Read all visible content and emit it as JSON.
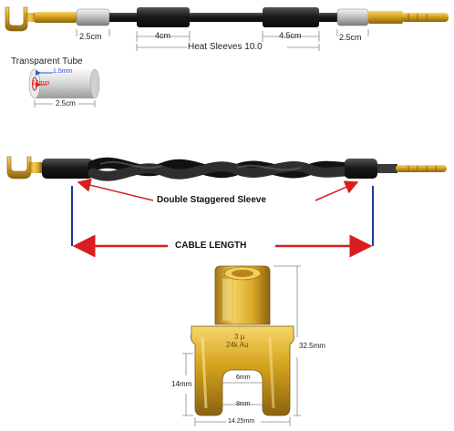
{
  "colors": {
    "gold": "#d4a21c",
    "silver": "#c8c8c8",
    "cable": "#1a1a1a",
    "arrow_red": "#d81e1e",
    "line_blue": "#1a3a9a",
    "dim_red": "#d81e1e",
    "dim_blue": "#2a5ad8"
  },
  "top_assembly": {
    "left_tube_length": "2.5cm",
    "sleeve1_length": "4cm",
    "sleeve2_length": "4.5cm",
    "right_tube_length": "2.5cm",
    "heat_sleeves_label": "Heat Sleeves 10.0"
  },
  "transparent_tube": {
    "title": "Transparent Tube",
    "inner_dim": "1.5mm",
    "outer_dim": "12mm",
    "length": "2.5cm"
  },
  "middle_assembly": {
    "sleeve_label": "Double Staggered Sleeve",
    "length_label": "CABLE LENGTH"
  },
  "spade_detail": {
    "stamp_line1": "3 μ",
    "stamp_line2": "24k Au",
    "height": "32.5mm",
    "fork_height": "14mm",
    "slot_width_top": "6mm",
    "slot_width_bottom": "8mm",
    "total_width": "14.25mm"
  }
}
